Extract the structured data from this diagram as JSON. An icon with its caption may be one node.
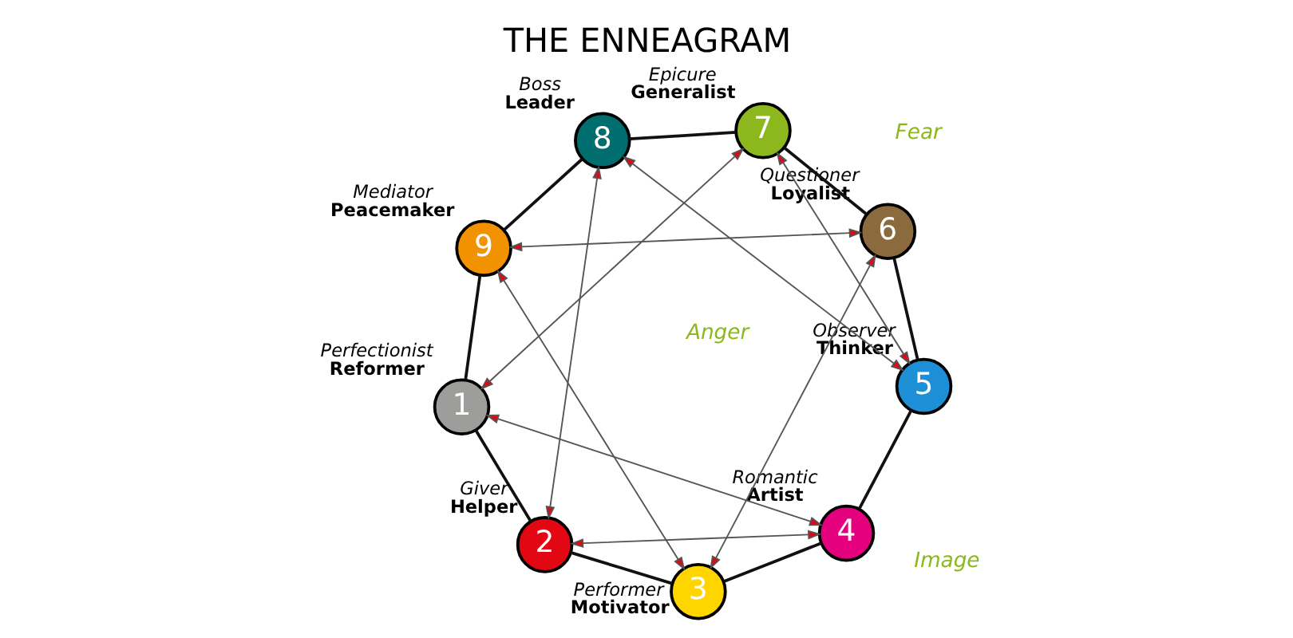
{
  "diagram": {
    "title": "THE ENNEAGRAM",
    "nodes": [
      {
        "text": [
          "9"
        ],
        "beside": [
          "Mediator",
          "Peacemaker"
        ]
      },
      {
        "text": [
          "8"
        ],
        "beside": [
          "Boss",
          "Leader"
        ]
      },
      {
        "text": [
          "1"
        ],
        "beside": [
          "Perfectionist",
          "Reformer"
        ]
      },
      {
        "text": [
          "7"
        ],
        "beside": [
          "Epicure",
          "Generalist"
        ]
      },
      {
        "text": [
          "2"
        ],
        "beside": [
          "Giver",
          "Helper"
        ]
      },
      {
        "text": [
          "6"
        ],
        "beside": [
          "Questioner",
          "Loyalist"
        ]
      },
      {
        "text": [
          "3"
        ],
        "beside": [
          "Performer",
          "Motivator"
        ]
      },
      {
        "text": [
          "5"
        ],
        "beside": [
          "Observer",
          "Thinker"
        ]
      },
      {
        "text": [
          "4"
        ],
        "beside": [
          "Romantic",
          "Artist"
        ]
      }
    ],
    "edges": [
      {
        "from": 0,
        "to": 2,
        "arrow": "none"
      },
      {
        "from": 2,
        "to": 4,
        "arrow": "none"
      },
      {
        "from": 4,
        "to": 6,
        "arrow": "none"
      },
      {
        "from": 6,
        "to": 8,
        "arrow": "none"
      },
      {
        "from": 8,
        "to": 7,
        "arrow": "none"
      },
      {
        "from": 7,
        "to": 5,
        "arrow": "none"
      },
      {
        "from": 5,
        "to": 3,
        "arrow": "none"
      },
      {
        "from": 3,
        "to": 1,
        "arrow": "none"
      },
      {
        "from": 1,
        "to": 0,
        "arrow": "none"
      },
      {
        "from": 2,
        "to": 8,
        "arrow": "both"
      },
      {
        "from": 8,
        "to": 4,
        "arrow": "both"
      },
      {
        "from": 4,
        "to": 1,
        "arrow": "both"
      },
      {
        "from": 1,
        "to": 7,
        "arrow": "both"
      },
      {
        "from": 7,
        "to": 3,
        "arrow": "both"
      },
      {
        "from": 3,
        "to": 2,
        "arrow": "both"
      },
      {
        "from": 0,
        "to": 5,
        "arrow": "both"
      },
      {
        "from": 5,
        "to": 6,
        "arrow": "both"
      },
      {
        "from": 6,
        "to": 0,
        "arrow": "both"
      }
    ],
    "labels": [
      "Anger",
      "Fear",
      "Image"
    ]
  }
}
